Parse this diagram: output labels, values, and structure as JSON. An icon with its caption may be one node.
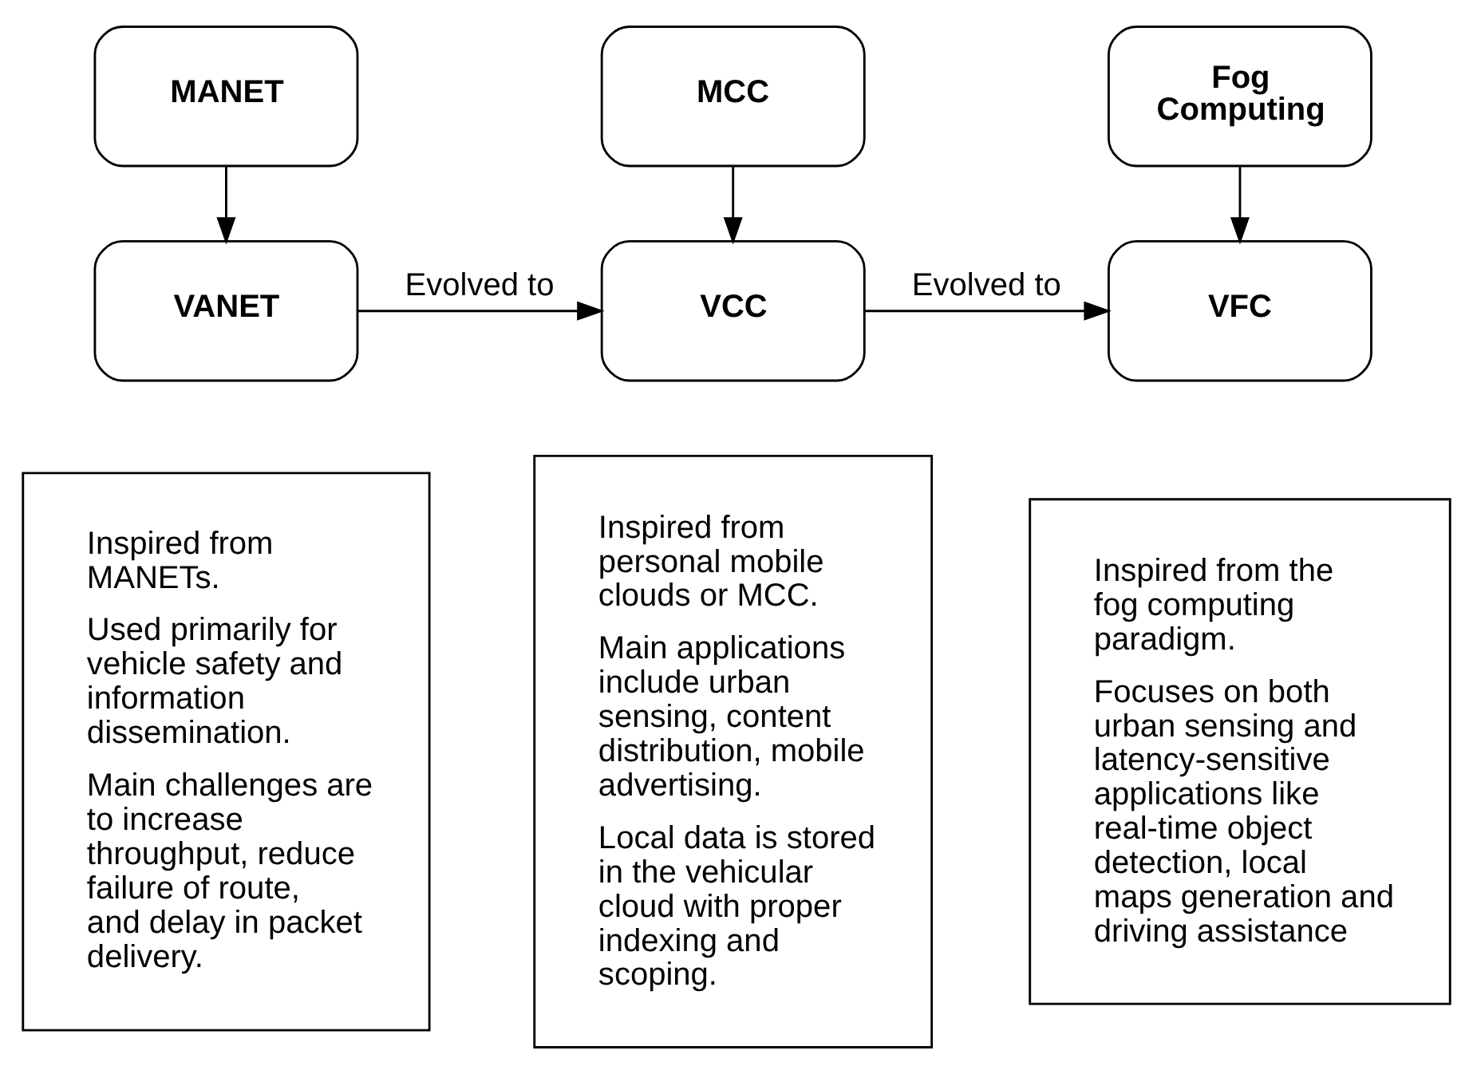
{
  "diagram": {
    "nodes": [
      {
        "text": [
          "MANET"
        ]
      },
      {
        "text": [
          "MCC"
        ]
      },
      {
        "text": [
          "Fog Computing"
        ]
      },
      {
        "text": [
          "VANET"
        ]
      },
      {
        "text": [
          "VCC"
        ]
      },
      {
        "text": [
          "VFC"
        ]
      },
      {
        "text": [
          "Inspired from MANETs.",
          "Used primarily for vehicle safety and information dissemination.",
          "Main challenges are to increase throughput, reduce failure of route, and delay in packet delivery."
        ]
      },
      {
        "text": [
          "Inspired from personal mobile clouds or MCC.",
          "Main applications include urban sensing, content distribution, mobile advertising.",
          "Local data is stored in the vehicular cloud with proper indexing and scoping."
        ]
      },
      {
        "text": [
          "Inspired from the fog computing paradigm.",
          "Focuses on both urban sensing and latency-sensitive applications like real-time object detection, local maps generation and driving assistance"
        ]
      }
    ],
    "edges": [
      {
        "from": 0,
        "to": 3,
        "arrow": "to"
      },
      {
        "from": 1,
        "to": 4,
        "arrow": "to"
      },
      {
        "from": 2,
        "to": 5,
        "arrow": "to"
      },
      {
        "from": 3,
        "to": 4,
        "arrow": "to",
        "label": "Evolved to"
      },
      {
        "from": 4,
        "to": 5,
        "arrow": "to",
        "label": "Evolved to"
      }
    ]
  }
}
